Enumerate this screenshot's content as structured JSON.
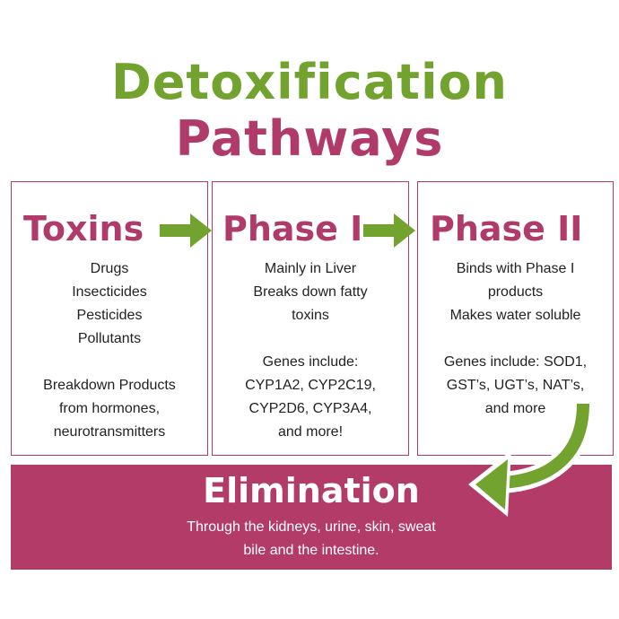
{
  "title": {
    "line1": "Detoxification",
    "line2": "Pathways"
  },
  "boxes": [
    {
      "heading": "Toxins",
      "lines": [
        "Drugs",
        "Insecticides",
        "Pesticides",
        "Pollutants",
        "",
        "Breakdown Products",
        "from hormones,",
        "neurotransmitters"
      ]
    },
    {
      "heading": "Phase I",
      "lines": [
        "Mainly in Liver",
        "Breaks down fatty",
        "toxins",
        "",
        "Genes include:",
        "CYP1A2, CYP2C19,",
        "CYP2D6, CYP3A4,",
        "and more!"
      ]
    },
    {
      "heading": "Phase II",
      "lines": [
        "Binds with Phase I",
        "products",
        "Makes water soluble",
        "",
        "Genes include: SOD1,",
        "GST’s, UGT’s, NAT’s,",
        "and more"
      ]
    }
  ],
  "elimination": {
    "heading": "Elimination",
    "lines": [
      "Through the kidneys, urine, skin, sweat",
      "bile and the intestine."
    ]
  },
  "colors": {
    "green": "#72a32f",
    "magenta": "#b03a69",
    "band": "#b23b68",
    "arrow": "#72a32f"
  }
}
